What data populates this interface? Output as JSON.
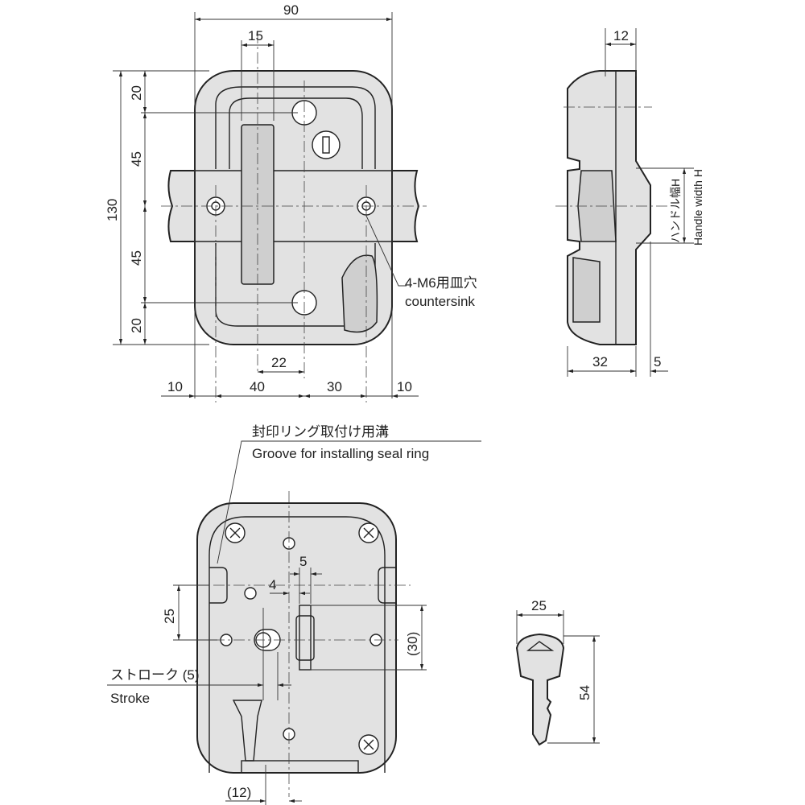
{
  "front_view": {
    "dims": {
      "overall_width": "90",
      "handle_width": "15",
      "height_total": "130",
      "top": "20",
      "upper": "45",
      "lower": "45",
      "bottom": "20",
      "left_margin": "10",
      "left_span": "40",
      "right_span": "30",
      "right_margin": "10",
      "key_offset": "22"
    },
    "callout_jp": "4-M6用皿穴",
    "callout_en": "countersink"
  },
  "side_view": {
    "dims": {
      "top_depth": "12",
      "depth": "32",
      "protrusion": "5"
    },
    "handle_label_jp": "ハンドル幅H",
    "handle_label_en": "Handle width H"
  },
  "rear_view": {
    "groove_jp": "封印リング取付け用溝",
    "groove_en": "Groove for installing seal ring",
    "dims": {
      "slot_width": "5",
      "offset": "4",
      "vertical": "25",
      "slot_length": "(30)",
      "bottom": "(12)"
    },
    "stroke_jp": "ストローク (5)",
    "stroke_en": "Stroke"
  },
  "key_view": {
    "dims": {
      "width": "25",
      "length": "54"
    }
  }
}
